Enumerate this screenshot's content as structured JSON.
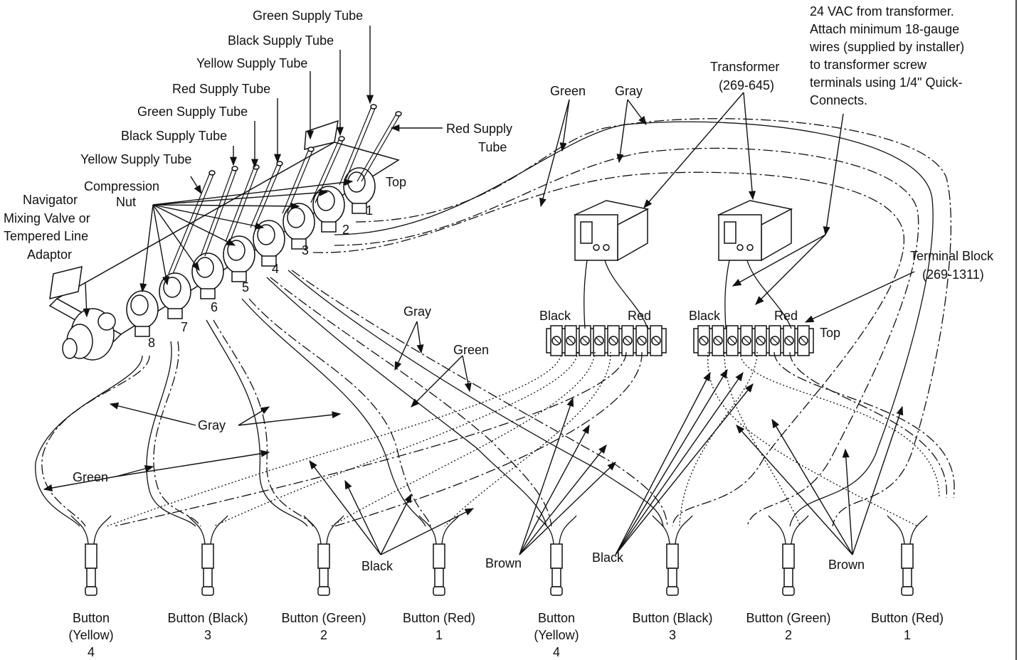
{
  "supply_tubes": {
    "green_top": "Green Supply Tube",
    "black_top": "Black Supply Tube",
    "yellow_top": "Yellow Supply Tube",
    "red_mid": "Red Supply Tube",
    "green_mid": "Green Supply Tube",
    "black_mid": "Black Supply Tube",
    "yellow_low": "Yellow Supply Tube",
    "red_right_line1": "Red Supply",
    "red_right_line2": "Tube"
  },
  "valve": {
    "compression_line1": "Compression",
    "compression_line2": "Nut",
    "navigator_line1": "Navigator",
    "navigator_line2": "Mixing Valve or",
    "navigator_line3": "Tempered Line",
    "navigator_line4": "Adaptor",
    "top": "Top",
    "port_numbers": [
      "1",
      "2",
      "3",
      "4",
      "5",
      "6",
      "7",
      "8"
    ]
  },
  "transformer_note": {
    "line1": "24 VAC from transformer.",
    "line2": "Attach minimum 18-gauge",
    "line3": "wires (supplied by installer)",
    "line4": "to transformer screw",
    "line5": "terminals using 1/4\" Quick-",
    "line6": "Connects."
  },
  "transformer": {
    "line1": "Transformer",
    "line2": "(269-645)"
  },
  "terminal_block": {
    "line1": "Terminal Block",
    "line2": "(269-1311)",
    "top": "Top"
  },
  "wire_labels": {
    "green": "Green",
    "gray": "Gray",
    "black": "Black",
    "red": "Red",
    "brown": "Brown"
  },
  "buttons": [
    {
      "line1": "Button",
      "line2": "(Yellow)",
      "line3": "4"
    },
    {
      "line1": "Button (Black)",
      "line2": "3"
    },
    {
      "line1": "Button (Green)",
      "line2": "2"
    },
    {
      "line1": "Button (Red)",
      "line2": "1"
    },
    {
      "line1": "Button",
      "line2": "(Yellow)",
      "line3": "4"
    },
    {
      "line1": "Button (Black)",
      "line2": "3"
    },
    {
      "line1": "Button (Green)",
      "line2": "2"
    },
    {
      "line1": "Button (Red)",
      "line2": "1"
    }
  ]
}
